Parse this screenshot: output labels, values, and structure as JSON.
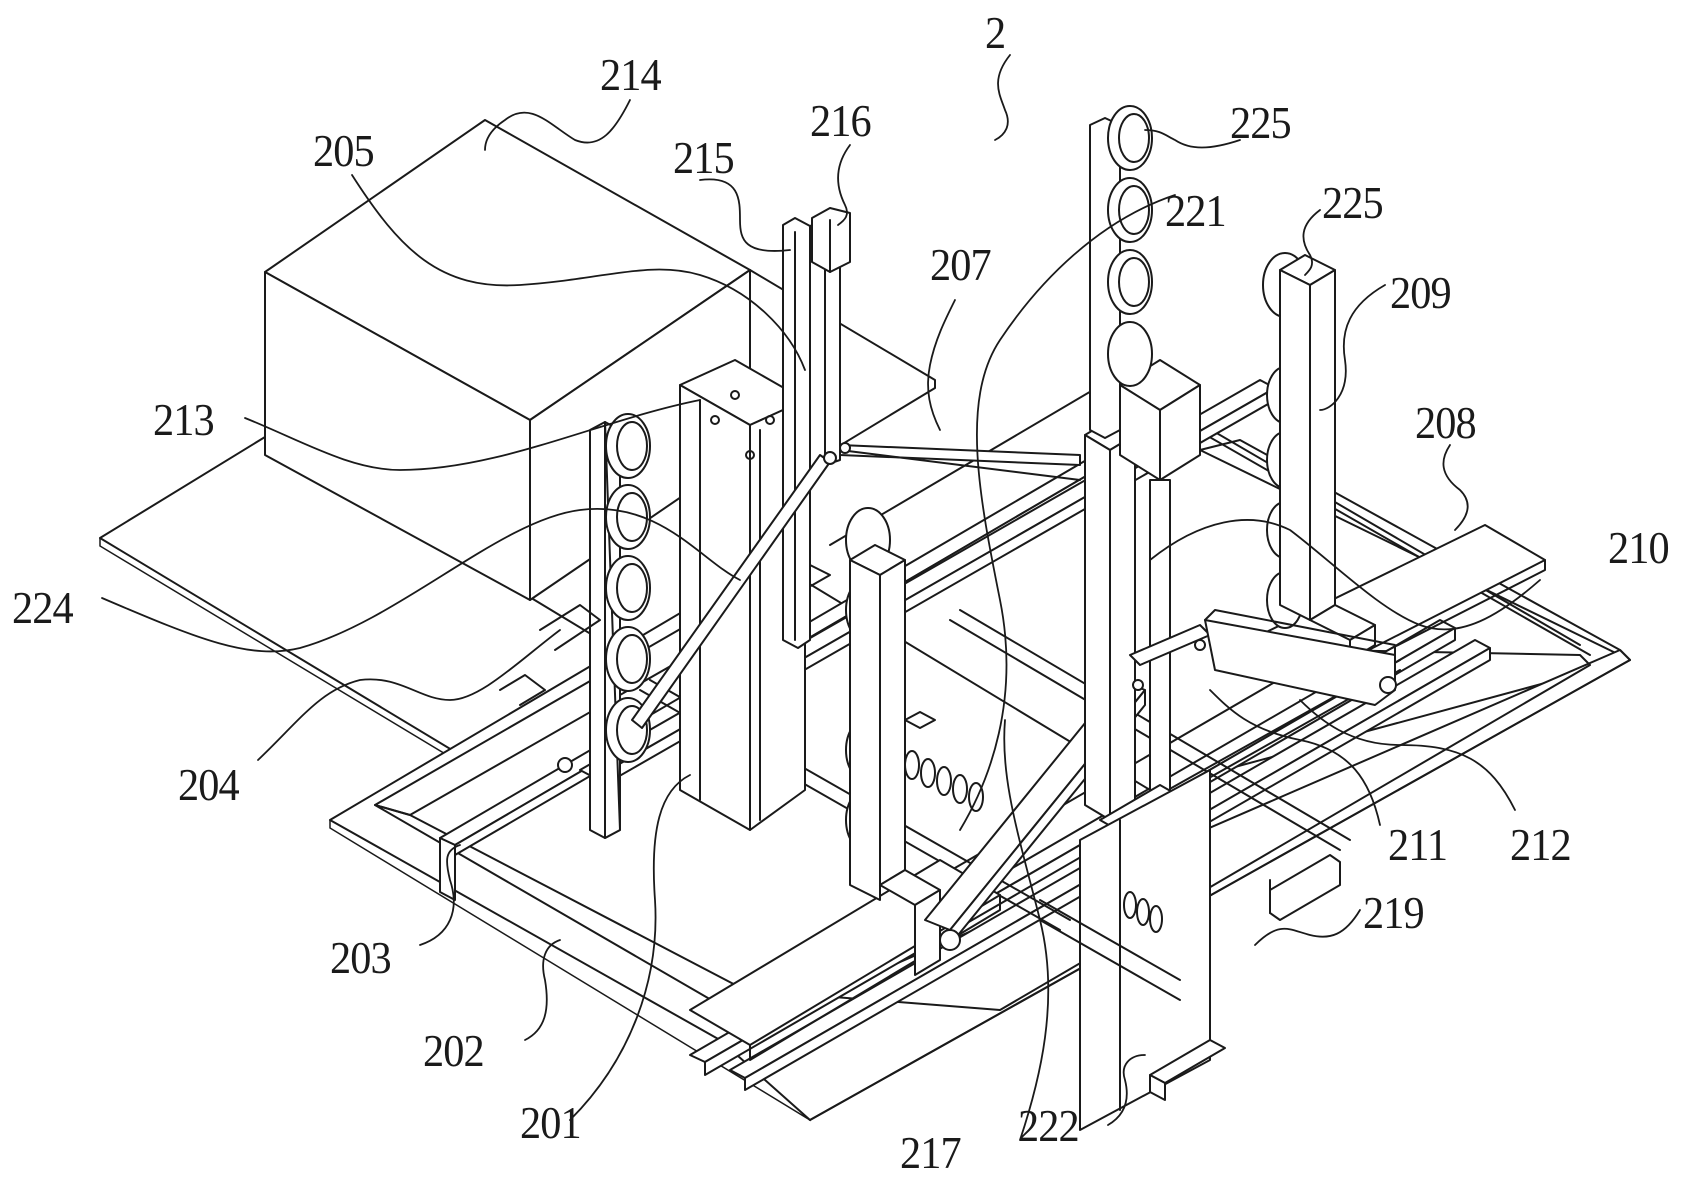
{
  "figure": {
    "assembly_number": "2",
    "line_color": "#1a1a1a",
    "background_color": "#ffffff"
  },
  "labels": {
    "l2": "2",
    "l201": "201",
    "l202": "202",
    "l203": "203",
    "l204": "204",
    "l205": "205",
    "l207": "207",
    "l208": "208",
    "l209": "209",
    "l210": "210",
    "l211": "211",
    "l212": "212",
    "l213": "213",
    "l214": "214",
    "l215": "215",
    "l216": "216",
    "l217": "217",
    "l219": "219",
    "l221": "221",
    "l222": "222",
    "l224": "224",
    "l225a": "225",
    "l225b": "225"
  }
}
